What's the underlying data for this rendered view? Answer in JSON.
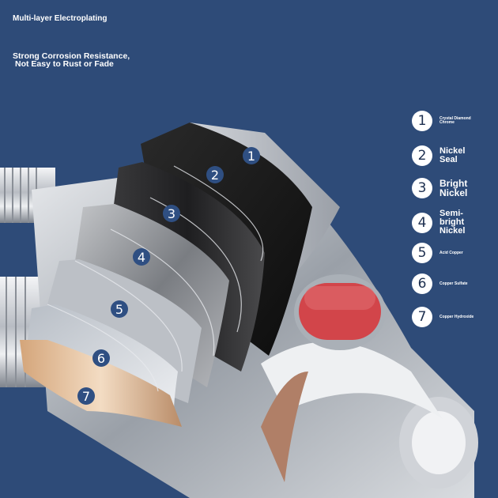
{
  "header": {
    "title": "Multi-layer Electroplating",
    "subtitle_line1": "Strong Corrosion Resistance,",
    "subtitle_line2": "Not Easy to Rust or Fade"
  },
  "legend": [
    {
      "number": "1",
      "label": "Crystal Diamond Chrome"
    },
    {
      "number": "2",
      "label": "Nickel Seal"
    },
    {
      "number": "3",
      "label": "Bright Nickel"
    },
    {
      "number": "4",
      "label": "Semi-bright Nickel"
    },
    {
      "number": "5",
      "label": "Acid Copper"
    },
    {
      "number": "6",
      "label": "Copper Sulfate"
    },
    {
      "number": "7",
      "label": "Copper Hydroxide"
    }
  ],
  "layer_markers": [
    "1",
    "2",
    "3",
    "4",
    "5",
    "6",
    "7"
  ],
  "colors": {
    "background": "#2e4b78",
    "badge": "#2f4f82",
    "knob": "#d2454a",
    "chrome": "#c8ccd2",
    "black_layer": "#1a1a1a",
    "copper": "#c99a70"
  },
  "icons": {
    "valve": "thermostatic-valve-illustration",
    "knob": "red-knob"
  }
}
